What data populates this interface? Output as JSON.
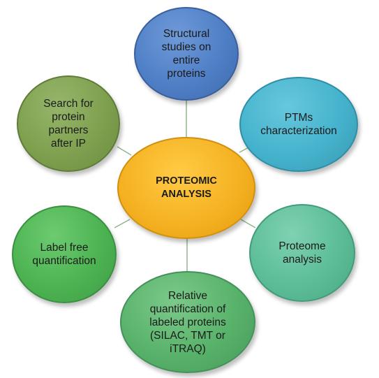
{
  "diagram": {
    "center": {
      "label": "PROTEOMIC\nANALYSIS",
      "color": "#f4b020"
    },
    "nodes": {
      "structural": {
        "label": "Structural\nstudies on\nentire\nproteins",
        "color": "#4f7fc6"
      },
      "ptms": {
        "label": "PTMs\ncharacterization",
        "color": "#45b3cd"
      },
      "search": {
        "label": "Search for\nprotein\npartners\nafter IP",
        "color": "#7fa04f"
      },
      "label_free": {
        "label": "Label free\nquantification",
        "color": "#4db352"
      },
      "proteome": {
        "label": "Proteome\nanalysis",
        "color": "#5cbd98"
      },
      "relative": {
        "label": "Relative\nquantification of\nlabeled proteins\n(SILAC, TMT or\niTRAQ)",
        "color": "#58b26a"
      }
    },
    "connector_color": "#8fb58a"
  }
}
